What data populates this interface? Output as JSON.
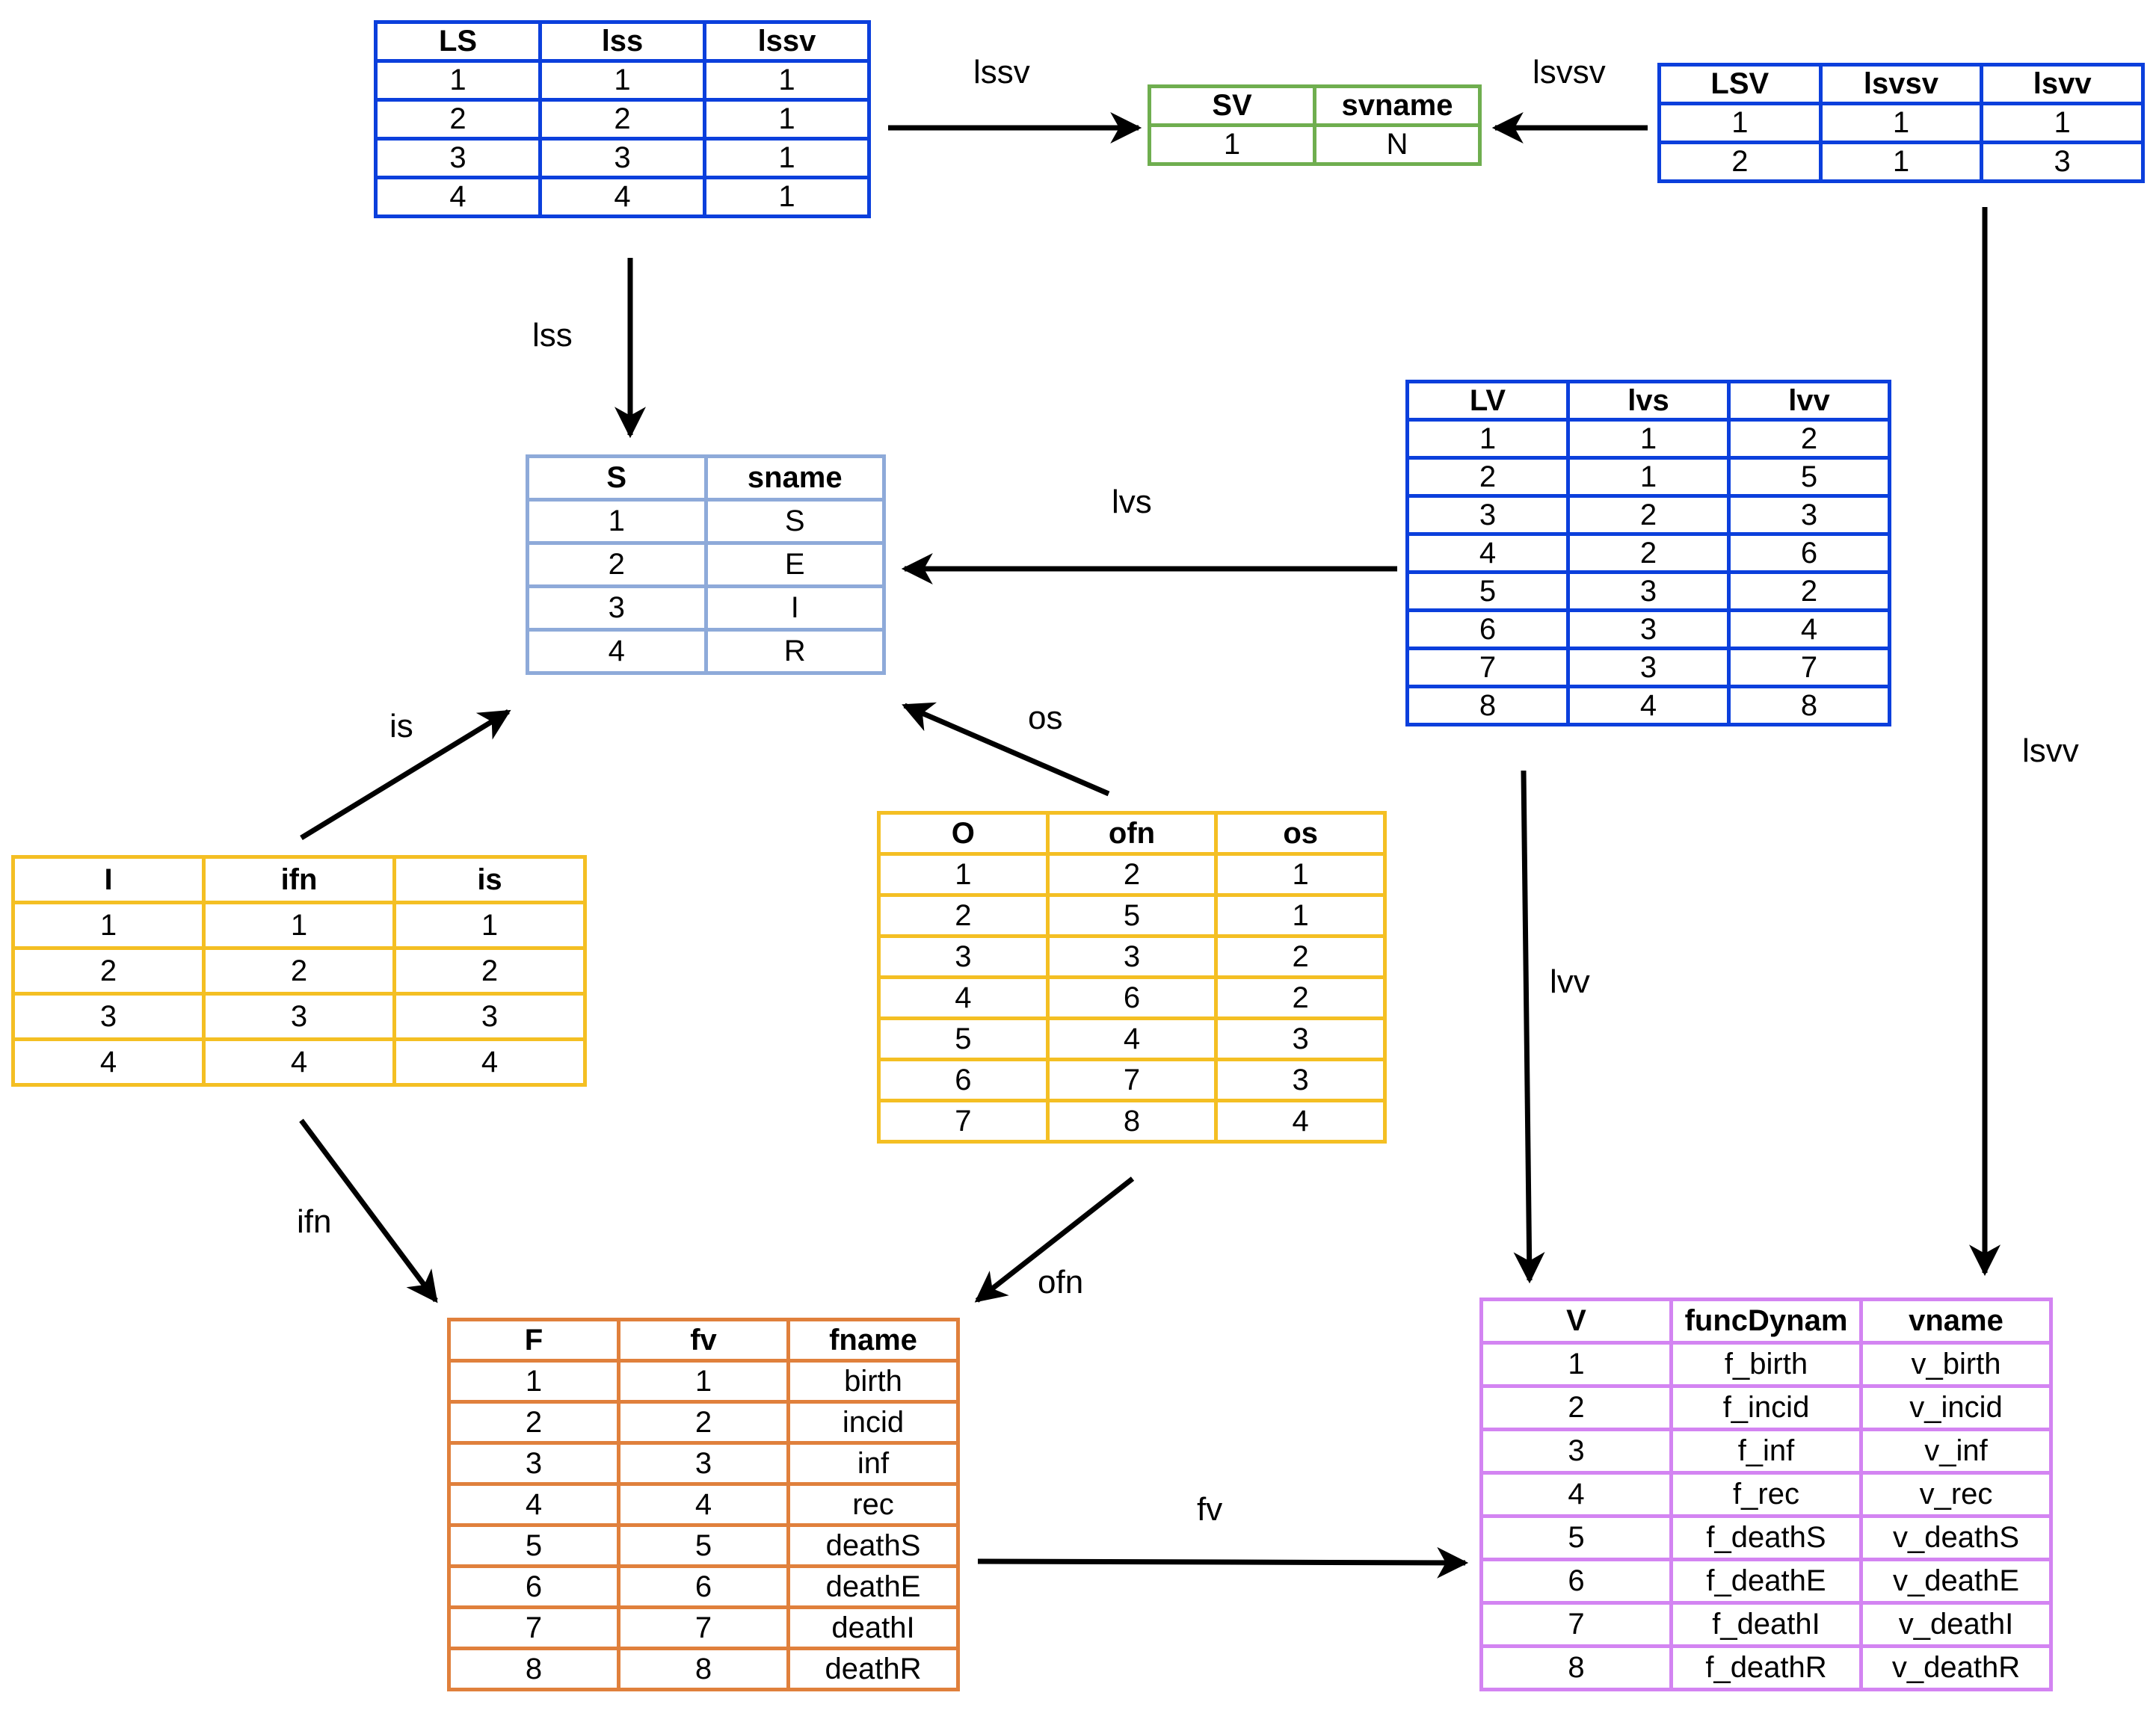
{
  "tables": {
    "ls": {
      "headers": [
        "LS",
        "lss",
        "lssv"
      ],
      "rows": [
        [
          "1",
          "1",
          "1"
        ],
        [
          "2",
          "2",
          "1"
        ],
        [
          "3",
          "3",
          "1"
        ],
        [
          "4",
          "4",
          "1"
        ]
      ]
    },
    "sv": {
      "headers": [
        "SV",
        "svname"
      ],
      "rows": [
        [
          "1",
          "N"
        ]
      ]
    },
    "lsv": {
      "headers": [
        "LSV",
        "lsvsv",
        "lsvv"
      ],
      "rows": [
        [
          "1",
          "1",
          "1"
        ],
        [
          "2",
          "1",
          "3"
        ]
      ]
    },
    "s": {
      "headers": [
        "S",
        "sname"
      ],
      "rows": [
        [
          "1",
          "S"
        ],
        [
          "2",
          "E"
        ],
        [
          "3",
          "I"
        ],
        [
          "4",
          "R"
        ]
      ]
    },
    "lv": {
      "headers": [
        "LV",
        "lvs",
        "lvv"
      ],
      "rows": [
        [
          "1",
          "1",
          "2"
        ],
        [
          "2",
          "1",
          "5"
        ],
        [
          "3",
          "2",
          "3"
        ],
        [
          "4",
          "2",
          "6"
        ],
        [
          "5",
          "3",
          "2"
        ],
        [
          "6",
          "3",
          "4"
        ],
        [
          "7",
          "3",
          "7"
        ],
        [
          "8",
          "4",
          "8"
        ]
      ]
    },
    "i": {
      "headers": [
        "I",
        "ifn",
        "is"
      ],
      "rows": [
        [
          "1",
          "1",
          "1"
        ],
        [
          "2",
          "2",
          "2"
        ],
        [
          "3",
          "3",
          "3"
        ],
        [
          "4",
          "4",
          "4"
        ]
      ]
    },
    "o": {
      "headers": [
        "O",
        "ofn",
        "os"
      ],
      "rows": [
        [
          "1",
          "2",
          "1"
        ],
        [
          "2",
          "5",
          "1"
        ],
        [
          "3",
          "3",
          "2"
        ],
        [
          "4",
          "6",
          "2"
        ],
        [
          "5",
          "4",
          "3"
        ],
        [
          "6",
          "7",
          "3"
        ],
        [
          "7",
          "8",
          "4"
        ]
      ]
    },
    "f": {
      "headers": [
        "F",
        "fv",
        "fname"
      ],
      "rows": [
        [
          "1",
          "1",
          "birth"
        ],
        [
          "2",
          "2",
          "incid"
        ],
        [
          "3",
          "3",
          "inf"
        ],
        [
          "4",
          "4",
          "rec"
        ],
        [
          "5",
          "5",
          "deathS"
        ],
        [
          "6",
          "6",
          "deathE"
        ],
        [
          "7",
          "7",
          "deathI"
        ],
        [
          "8",
          "8",
          "deathR"
        ]
      ]
    },
    "v": {
      "headers": [
        "V",
        "funcDynam",
        "vname"
      ],
      "rows": [
        [
          "1",
          "f_birth",
          "v_birth"
        ],
        [
          "2",
          "f_incid",
          "v_incid"
        ],
        [
          "3",
          "f_inf",
          "v_inf"
        ],
        [
          "4",
          "f_rec",
          "v_rec"
        ],
        [
          "5",
          "f_deathS",
          "v_deathS"
        ],
        [
          "6",
          "f_deathE",
          "v_deathE"
        ],
        [
          "7",
          "f_deathI",
          "v_deathI"
        ],
        [
          "8",
          "f_deathR",
          "v_deathR"
        ]
      ]
    }
  },
  "edges": {
    "lssv": "lssv",
    "lsvsv": "lsvsv",
    "lss": "lss",
    "lvs": "lvs",
    "lsvv": "lsvv",
    "is": "is",
    "os": "os",
    "lvv": "lvv",
    "ifn": "ifn",
    "ofn": "ofn",
    "fv": "fv"
  },
  "colors": {
    "link_table": "#0b3fdc",
    "state_var_table": "#6fae4f",
    "state_table": "#8eaad9",
    "flow_io_table": "#f4bf23",
    "flow_table": "#e0803c",
    "variable_table": "#d384f2",
    "arrow": "#000000"
  }
}
